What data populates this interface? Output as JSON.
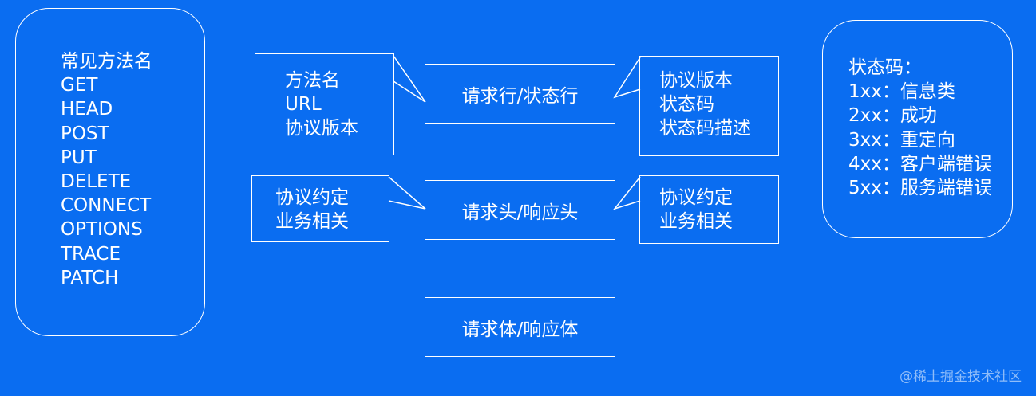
{
  "methods": {
    "lines": [
      "常见方法名",
      "GET",
      "HEAD",
      "POST",
      "PUT",
      "DELETE",
      "CONNECT",
      "OPTIONS",
      "TRACE",
      "PATCH"
    ]
  },
  "center_boxes": [
    {
      "label": "请求行/状态行"
    },
    {
      "label": "请求头/响应头"
    },
    {
      "label": "请求体/响应体"
    }
  ],
  "callouts": {
    "request_line_left": [
      "方法名",
      "URL",
      "协议版本"
    ],
    "status_line_right": [
      "协议版本",
      "状态码",
      "状态码描述"
    ],
    "header_left": [
      "协议约定",
      "业务相关"
    ],
    "header_right": [
      "协议约定",
      "业务相关"
    ]
  },
  "status_codes": {
    "lines": [
      "状态码：",
      "1xx：信息类",
      "2xx：成功",
      "3xx：重定向",
      "4xx：客户端错误",
      "5xx：服务端错误"
    ]
  },
  "watermark": "@稀土掘金技术社区",
  "colors": {
    "background": "#0A6DF1",
    "foreground": "#FFFFFF"
  }
}
